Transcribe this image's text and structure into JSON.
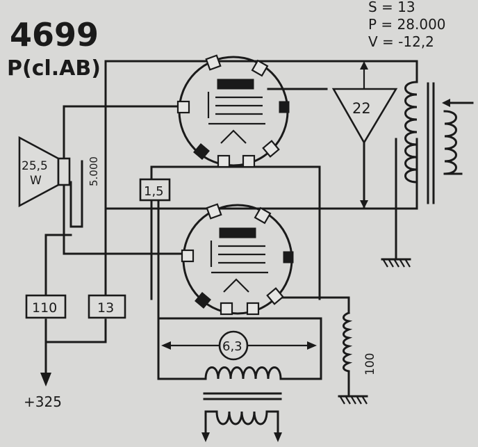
{
  "header": {
    "tube_type": "4699",
    "class": "P(cl.AB)"
  },
  "specs": {
    "s": "S = 13",
    "p": "P = 28.000",
    "v": "V = -12,2"
  },
  "loudspeaker": {
    "watts": "25,5",
    "unit": "W"
  },
  "labels": {
    "screen_res": "1,5",
    "plate_res": "110",
    "grid_res": "13",
    "heater": "6,3",
    "feedback": "22",
    "load": "5.000",
    "cathode_res": "100",
    "supply": "+325"
  }
}
